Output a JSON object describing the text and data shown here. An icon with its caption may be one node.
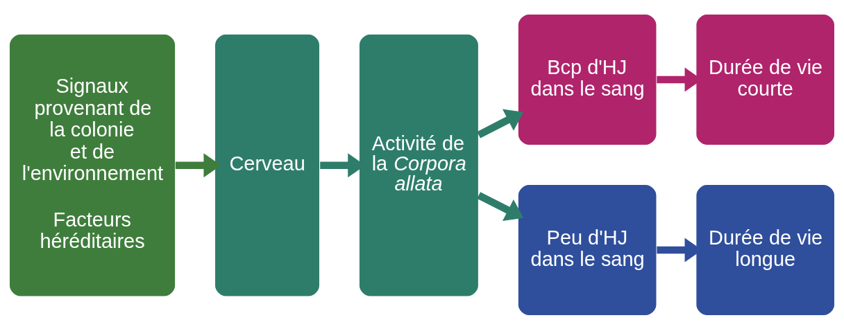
{
  "diagram": {
    "nodes": [
      {
        "text": [
          "Signaux provenant de la colonie et de l'environnement",
          "Facteurs héréditaires"
        ]
      },
      {
        "text": [
          "Cerveau"
        ]
      },
      {
        "text": [
          "Activité de la *Corpora allata*"
        ]
      },
      {
        "text": [
          "Bcp d'HJ dans le sang"
        ]
      },
      {
        "text": [
          "Durée de vie courte"
        ]
      },
      {
        "text": [
          "Peu d'HJ dans le sang"
        ]
      },
      {
        "text": [
          "Durée de vie longue"
        ]
      }
    ],
    "edges": [
      {
        "from": 0,
        "to": 1,
        "arrow": "to",
        "color": "#3f7d3c"
      },
      {
        "from": 1,
        "to": 2,
        "arrow": "to",
        "color": "#2e7d6b"
      },
      {
        "from": 2,
        "to": 3,
        "arrow": "to",
        "color": "#2e7d6b"
      },
      {
        "from": 2,
        "to": 5,
        "arrow": "to",
        "color": "#2e7d6b"
      },
      {
        "from": 3,
        "to": 4,
        "arrow": "to",
        "color": "#b0246c"
      },
      {
        "from": 5,
        "to": 6,
        "arrow": "to",
        "color": "#2f4f9c"
      }
    ]
  }
}
